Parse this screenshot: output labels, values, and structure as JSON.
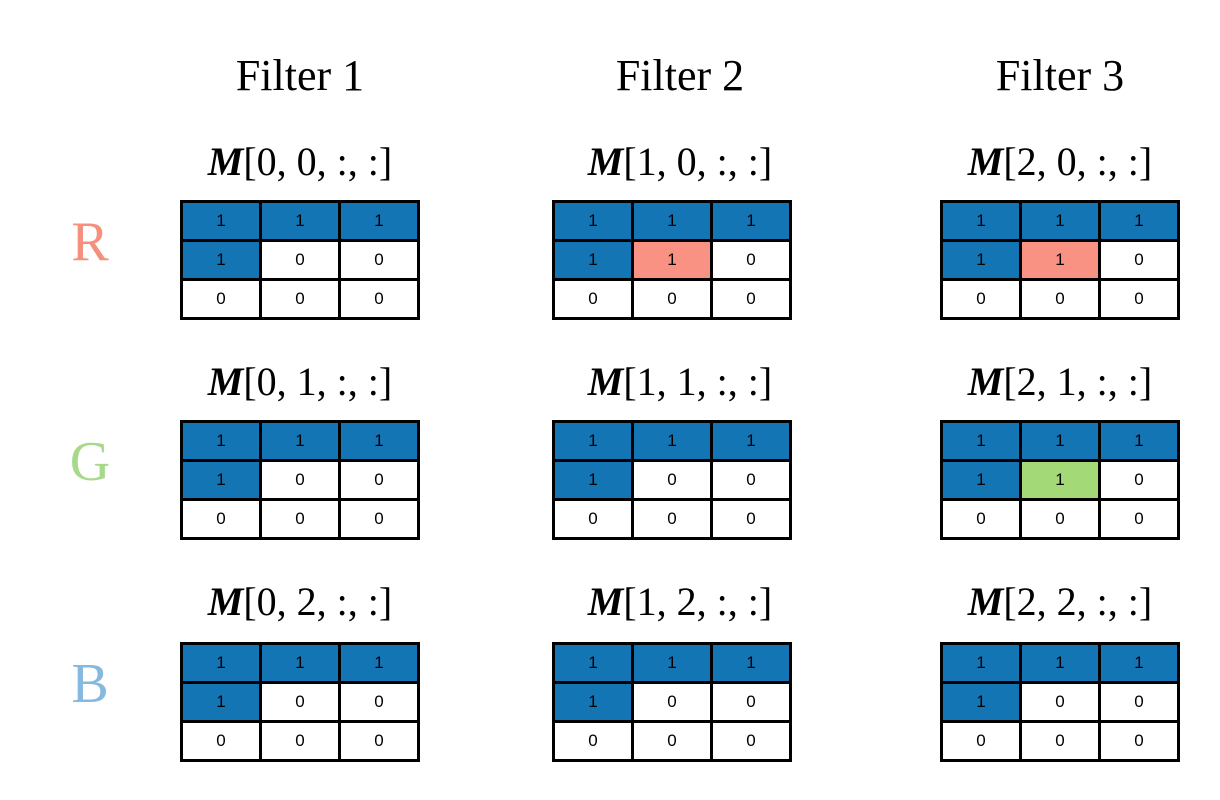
{
  "colors": {
    "blue": "#1475b5",
    "white": "#ffffff",
    "red": "#f99282",
    "green": "#a3d977",
    "label_r": "#f5907c",
    "label_g": "#a7d98a",
    "label_b": "#86b9e0"
  },
  "filters": [
    "Filter 1",
    "Filter 2",
    "Filter 3"
  ],
  "channels": [
    {
      "label": "R",
      "color": "#f5907c"
    },
    {
      "label": "G",
      "color": "#a7d98a"
    },
    {
      "label": "B",
      "color": "#86b9e0"
    }
  ],
  "matrices": [
    [
      {
        "label_symbol": "M",
        "label_index": "[0, 0, :, :]",
        "cells": [
          [
            "1",
            "1",
            "1"
          ],
          [
            "1",
            "0",
            "0"
          ],
          [
            "0",
            "0",
            "0"
          ]
        ],
        "fills": [
          [
            "blue",
            "blue",
            "blue"
          ],
          [
            "blue",
            "white",
            "white"
          ],
          [
            "white",
            "white",
            "white"
          ]
        ]
      },
      {
        "label_symbol": "M",
        "label_index": "[1, 0, :, :]",
        "cells": [
          [
            "1",
            "1",
            "1"
          ],
          [
            "1",
            "1",
            "0"
          ],
          [
            "0",
            "0",
            "0"
          ]
        ],
        "fills": [
          [
            "blue",
            "blue",
            "blue"
          ],
          [
            "blue",
            "red",
            "white"
          ],
          [
            "white",
            "white",
            "white"
          ]
        ]
      },
      {
        "label_symbol": "M",
        "label_index": "[2, 0, :, :]",
        "cells": [
          [
            "1",
            "1",
            "1"
          ],
          [
            "1",
            "1",
            "0"
          ],
          [
            "0",
            "0",
            "0"
          ]
        ],
        "fills": [
          [
            "blue",
            "blue",
            "blue"
          ],
          [
            "blue",
            "red",
            "white"
          ],
          [
            "white",
            "white",
            "white"
          ]
        ]
      }
    ],
    [
      {
        "label_symbol": "M",
        "label_index": "[0, 1, :, :]",
        "cells": [
          [
            "1",
            "1",
            "1"
          ],
          [
            "1",
            "0",
            "0"
          ],
          [
            "0",
            "0",
            "0"
          ]
        ],
        "fills": [
          [
            "blue",
            "blue",
            "blue"
          ],
          [
            "blue",
            "white",
            "white"
          ],
          [
            "white",
            "white",
            "white"
          ]
        ]
      },
      {
        "label_symbol": "M",
        "label_index": "[1, 1, :, :]",
        "cells": [
          [
            "1",
            "1",
            "1"
          ],
          [
            "1",
            "0",
            "0"
          ],
          [
            "0",
            "0",
            "0"
          ]
        ],
        "fills": [
          [
            "blue",
            "blue",
            "blue"
          ],
          [
            "blue",
            "white",
            "white"
          ],
          [
            "white",
            "white",
            "white"
          ]
        ]
      },
      {
        "label_symbol": "M",
        "label_index": "[2, 1, :, :]",
        "cells": [
          [
            "1",
            "1",
            "1"
          ],
          [
            "1",
            "1",
            "0"
          ],
          [
            "0",
            "0",
            "0"
          ]
        ],
        "fills": [
          [
            "blue",
            "blue",
            "blue"
          ],
          [
            "blue",
            "green",
            "white"
          ],
          [
            "white",
            "white",
            "white"
          ]
        ]
      }
    ],
    [
      {
        "label_symbol": "M",
        "label_index": "[0, 2, :, :]",
        "cells": [
          [
            "1",
            "1",
            "1"
          ],
          [
            "1",
            "0",
            "0"
          ],
          [
            "0",
            "0",
            "0"
          ]
        ],
        "fills": [
          [
            "blue",
            "blue",
            "blue"
          ],
          [
            "blue",
            "white",
            "white"
          ],
          [
            "white",
            "white",
            "white"
          ]
        ]
      },
      {
        "label_symbol": "M",
        "label_index": "[1, 2, :, :]",
        "cells": [
          [
            "1",
            "1",
            "1"
          ],
          [
            "1",
            "0",
            "0"
          ],
          [
            "0",
            "0",
            "0"
          ]
        ],
        "fills": [
          [
            "blue",
            "blue",
            "blue"
          ],
          [
            "blue",
            "white",
            "white"
          ],
          [
            "white",
            "white",
            "white"
          ]
        ]
      },
      {
        "label_symbol": "M",
        "label_index": "[2, 2, :, :]",
        "cells": [
          [
            "1",
            "1",
            "1"
          ],
          [
            "1",
            "0",
            "0"
          ],
          [
            "0",
            "0",
            "0"
          ]
        ],
        "fills": [
          [
            "blue",
            "blue",
            "blue"
          ],
          [
            "blue",
            "white",
            "white"
          ],
          [
            "white",
            "white",
            "white"
          ]
        ]
      }
    ]
  ]
}
